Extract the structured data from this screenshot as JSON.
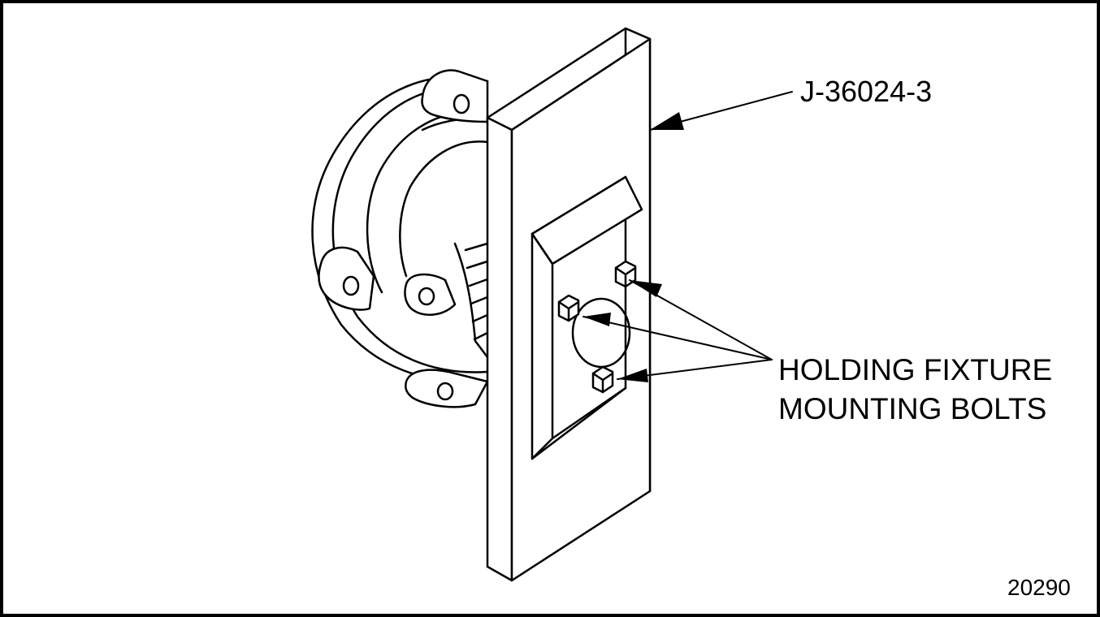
{
  "figure": {
    "tool_label": "J-36024-3",
    "bolts_label_line1": "HOLDING FIXTURE",
    "bolts_label_line2": "MOUNTING BOLTS",
    "figure_number": "20290"
  }
}
